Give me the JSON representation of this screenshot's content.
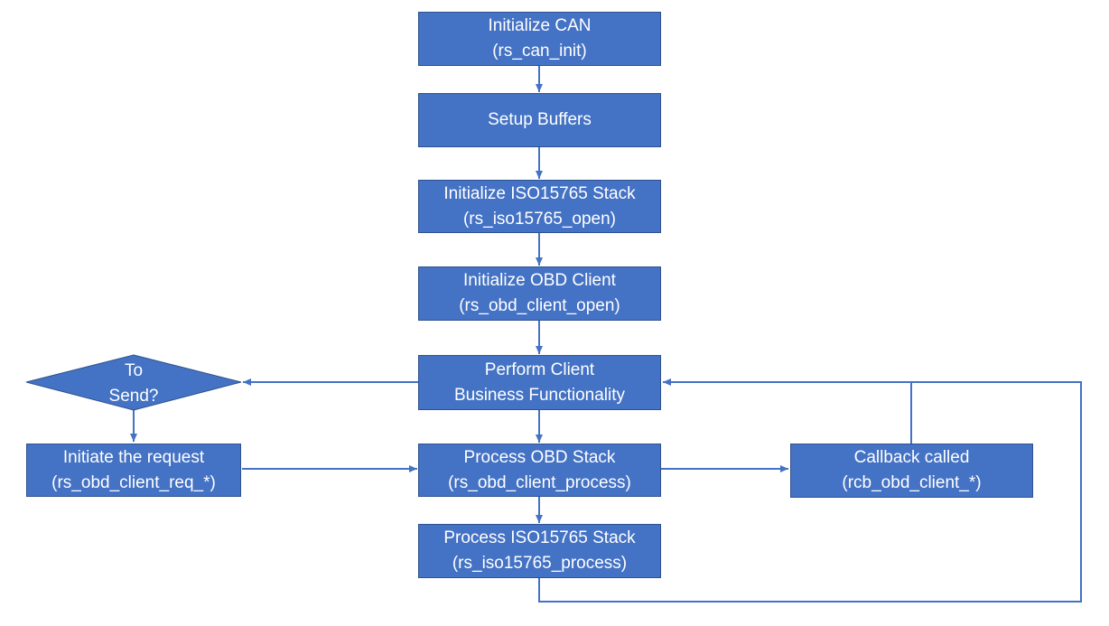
{
  "nodes": {
    "init_can": {
      "line1": "Initialize CAN",
      "line2": "(rs_can_init)"
    },
    "setup_buffers": {
      "line1": "Setup Buffers"
    },
    "init_iso": {
      "line1": "Initialize ISO15765 Stack",
      "line2": "(rs_iso15765_open)"
    },
    "init_obd": {
      "line1": "Initialize OBD Client",
      "line2": "(rs_obd_client_open)"
    },
    "perform": {
      "line1": "Perform Client",
      "line2": "Business Functionality"
    },
    "to_send": {
      "line1": "To",
      "line2": "Send?"
    },
    "initiate": {
      "line1": "Initiate the request",
      "line2": "(rs_obd_client_req_*)"
    },
    "process_obd": {
      "line1": "Process OBD Stack",
      "line2": "(rs_obd_client_process)"
    },
    "callback": {
      "line1": "Callback called",
      "line2": "(rcb_obd_client_*)"
    },
    "process_iso": {
      "line1": "Process ISO15765 Stack",
      "line2": "(rs_iso15765_process)"
    }
  },
  "colors": {
    "fill": "#4472c4",
    "border": "#2f528f",
    "connector": "#4472c4",
    "text": "#ffffff"
  }
}
